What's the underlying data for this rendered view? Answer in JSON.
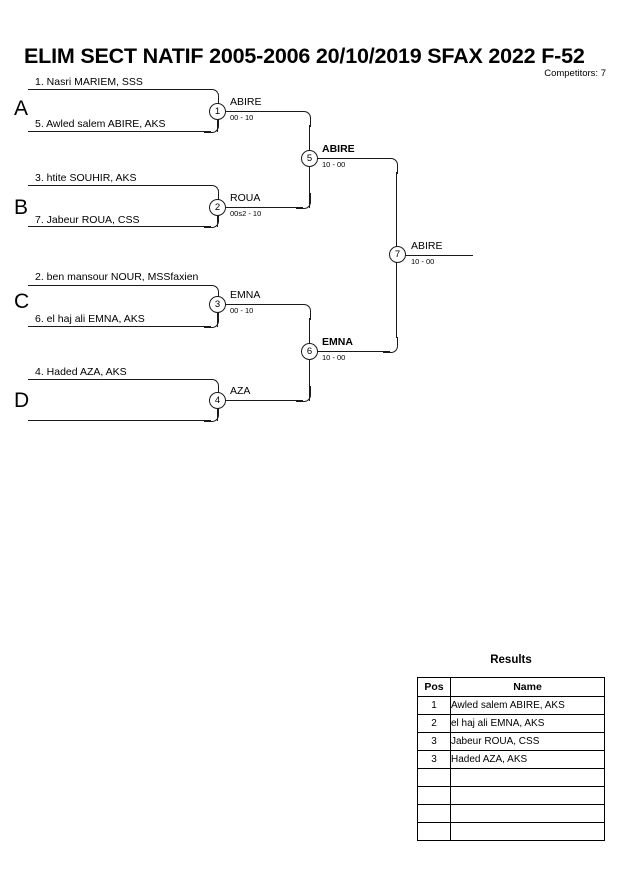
{
  "header": {
    "title": "ELIM SECT NATIF 2005-2006  20/10/2019  SFAX   2022 F-52",
    "competitors": "Competitors: 7"
  },
  "bracket": {
    "sections": [
      {
        "letter": "A"
      },
      {
        "letter": "B"
      },
      {
        "letter": "C"
      },
      {
        "letter": "D"
      }
    ],
    "entries": [
      {
        "label": "1. Nasri MARIEM, SSS"
      },
      {
        "label": "5. Awled salem ABIRE, AKS"
      },
      {
        "label": "3. htite SOUHIR, AKS"
      },
      {
        "label": "7. Jabeur ROUA, CSS"
      },
      {
        "label": "2. ben mansour NOUR, MSSfaxien"
      },
      {
        "label": "6. el haj ali EMNA, AKS"
      },
      {
        "label": "4. Haded AZA, AKS"
      },
      {
        "label": ""
      }
    ],
    "matches": [
      {
        "number": "1",
        "winner": "ABIRE",
        "score": "00 - 10"
      },
      {
        "number": "2",
        "winner": "ROUA",
        "score": "00s2 - 10"
      },
      {
        "number": "3",
        "winner": "EMNA",
        "score": "00 - 10"
      },
      {
        "number": "4",
        "winner": "AZA",
        "score": ""
      },
      {
        "number": "5",
        "winner": "ABIRE",
        "score": "10 - 00"
      },
      {
        "number": "6",
        "winner": "EMNA",
        "score": "10 - 00"
      },
      {
        "number": "7",
        "winner": "ABIRE",
        "score": "10 - 00"
      }
    ]
  },
  "results": {
    "title": "Results",
    "columns": {
      "pos": "Pos",
      "name": "Name"
    },
    "rows": [
      {
        "pos": "1",
        "name": "Awled salem ABIRE, AKS"
      },
      {
        "pos": "2",
        "name": "el haj ali EMNA, AKS"
      },
      {
        "pos": "3",
        "name": "Jabeur ROUA, CSS"
      },
      {
        "pos": "3",
        "name": "Haded AZA, AKS"
      },
      {
        "pos": "",
        "name": ""
      },
      {
        "pos": "",
        "name": ""
      },
      {
        "pos": "",
        "name": ""
      },
      {
        "pos": "",
        "name": ""
      }
    ]
  }
}
